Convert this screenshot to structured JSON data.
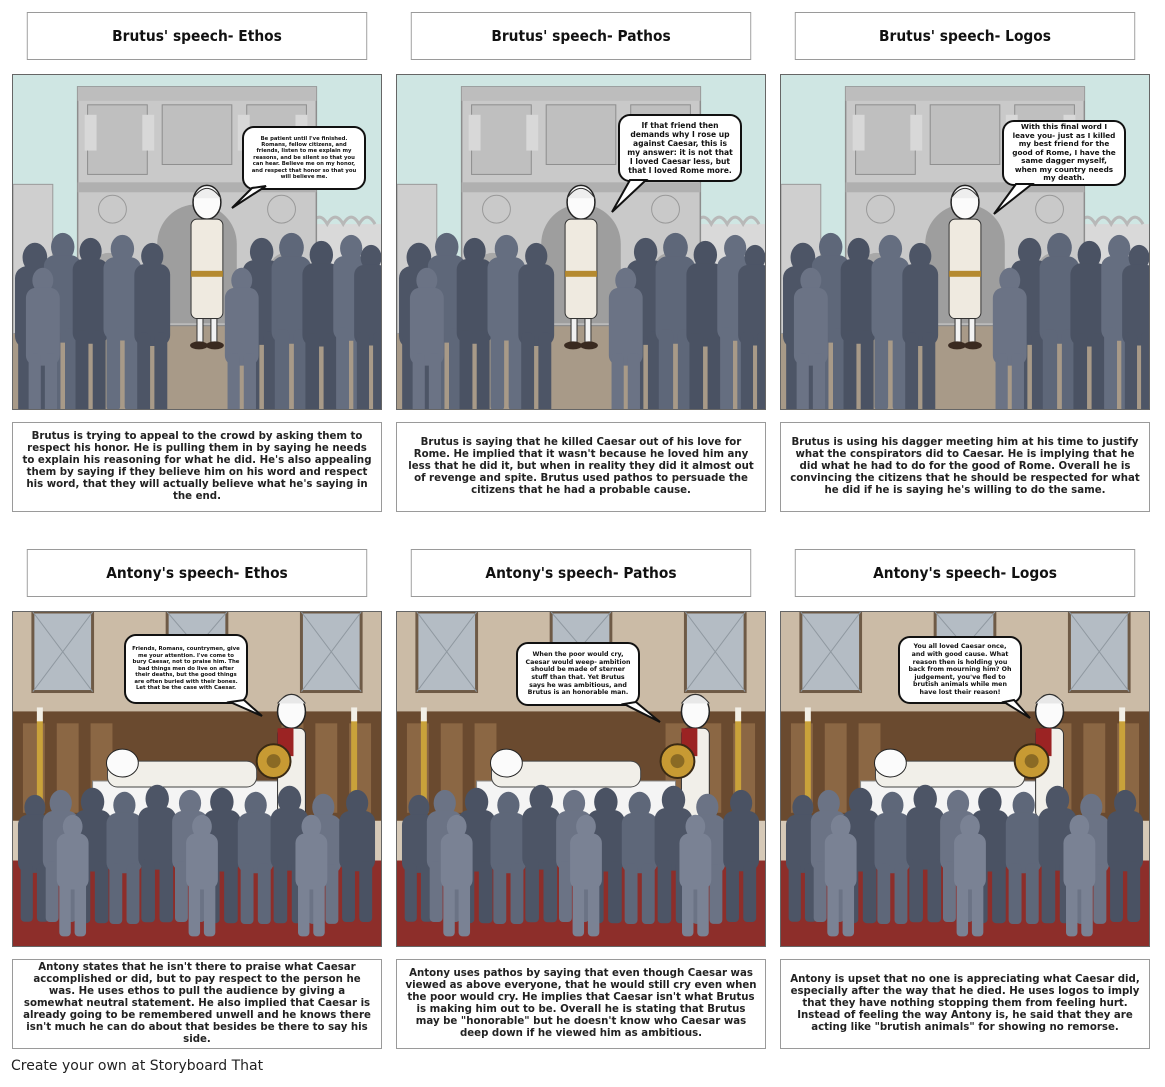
{
  "panels": [
    {
      "title": "Brutus' speech- Ethos",
      "scene": "arch",
      "bubble": "Be patient until I've finished. Romans, fellow citizens, and friends, listen to me explain my reasons, and be silent so that you can hear. Believe me on my honor, and respect that honor so that you will believe me.",
      "description": "Brutus is trying to appeal to the crowd by asking them to respect his honor. He is pulling them in by saying he needs to explain his reasoning for what he did. He's also appealing them by saying if they believe him on his word and respect his word, that they will actually believe what he's saying in the end."
    },
    {
      "title": "Brutus' speech- Pathos",
      "scene": "arch",
      "bubble": "If that friend then demands why I rose up against Caesar, this is my answer: it is not that I loved Caesar less, but that I loved Rome more.",
      "description": "Brutus is saying that he killed Caesar out of his love for Rome. He implied that it wasn't because he loved him any less that he did it, but when in reality they did it almost out of revenge and spite. Brutus used pathos to persuade the citizens that he had a probable cause."
    },
    {
      "title": "Brutus' speech- Logos",
      "scene": "arch",
      "bubble": "With this final word I leave you- just as I killed my best friend for the good of Rome, I have the same dagger myself, when my country needs my death.",
      "description": "Brutus is using his dagger meeting him at his time to justify what the conspirators did to Caesar. He is implying that he did what he had to do for the good of Rome. Overall he is convincing the citizens that he should be respected for what he did if he is saying he's willing to do the same."
    },
    {
      "title": "Antony's speech- Ethos",
      "scene": "church",
      "bubble": "Friends, Romans, countrymen, give me your attention. I've come to bury Caesar, not to praise him. The bad things men do live on after their deaths, but the good things are often buried with their bones. Let that be the case with Caesar.",
      "description": "Antony states that he isn't there to praise what Caesar accomplished or did, but to pay respect to the person he was. He uses ethos to pull the audience by giving a somewhat neutral statement. He also implied that Caesar is already going to be remembered unwell and he knows there isn't much he can do about that besides be there to say his side."
    },
    {
      "title": "Antony's speech- Pathos",
      "scene": "church",
      "bubble": "When the poor would cry, Caesar would weep- ambition should be made of sterner stuff than that. Yet Brutus says he was ambitious, and Brutus is an honorable man.",
      "description": "Antony uses pathos by saying that even though Caesar was viewed as above everyone, that he would still cry even when the poor would cry. He implies that Caesar isn't what Brutus is making him out to be. Overall he is stating that Brutus may be \"honorable\" but he doesn't know who Caesar was deep down if he viewed him as ambitious."
    },
    {
      "title": "Antony's speech- Logos",
      "scene": "church",
      "bubble": "You all loved Caesar once, and with good cause. What reason then is holding you back from mourning him? Oh judgement, you've fled to brutish animals while men have lost their reason!",
      "description": "Antony is upset that no one is appreciating what Caesar did, especially after the way that he died. He uses logos to imply that they have nothing stopping them from feeling hurt. Instead of feeling the way Antony is, he said that they are acting like \"brutish animals\" for showing no remorse."
    }
  ],
  "footer": "Create your own at Storyboard That"
}
